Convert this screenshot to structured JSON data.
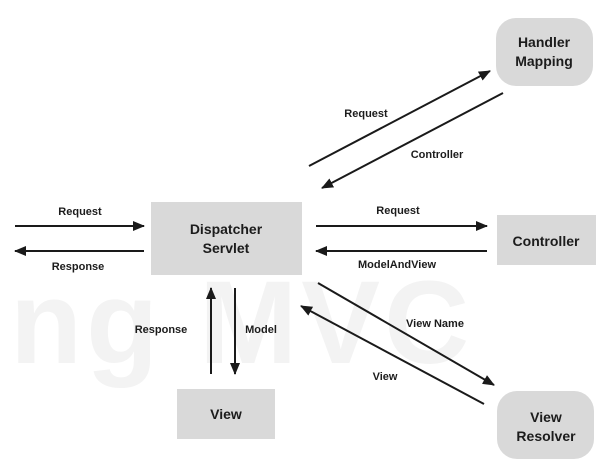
{
  "watermark": "ng MVC",
  "nodes": {
    "dispatcher": {
      "lines": [
        "Dispatcher",
        "Servlet"
      ]
    },
    "handler_mapping": {
      "lines": [
        "Handler",
        "Mapping"
      ]
    },
    "controller": {
      "lines": [
        "Controller"
      ]
    },
    "view": {
      "lines": [
        "View"
      ]
    },
    "view_resolver": {
      "lines": [
        "View",
        "Resolver"
      ]
    }
  },
  "edges": {
    "client_request": "Request",
    "client_response": "Response",
    "handler_request": "Request",
    "handler_controller": "Controller",
    "controller_request": "Request",
    "controller_modelandview": "ModelAndView",
    "resolver_viewname": "View Name",
    "resolver_view": "View",
    "view_response": "Response",
    "view_model": "Model"
  },
  "colors": {
    "node_fill": "#d9d9d9",
    "stroke": "#1a1a1a",
    "text": "#1c1c1c"
  }
}
